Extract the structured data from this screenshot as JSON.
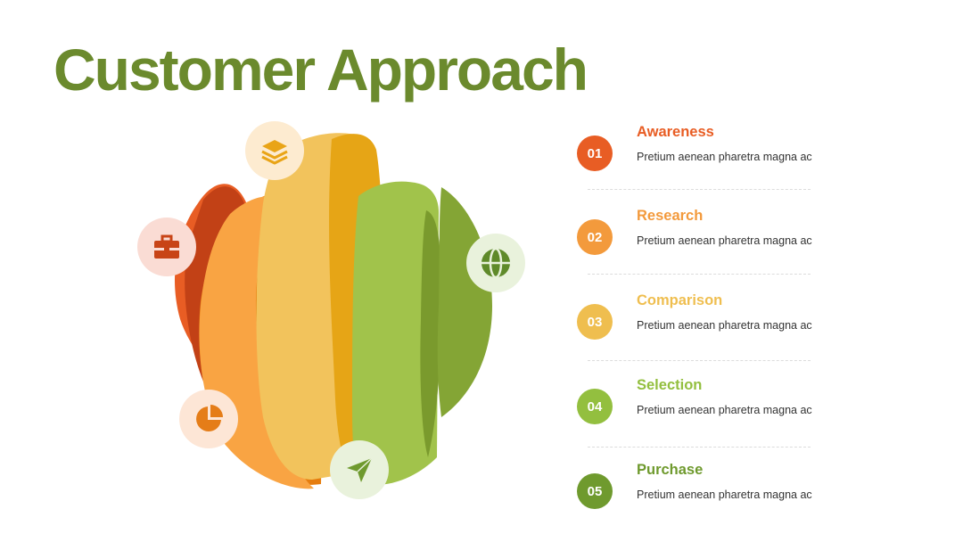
{
  "title": "Customer Approach",
  "steps": [
    {
      "number": "01",
      "heading": "Awareness",
      "description": "Pretium aenean pharetra magna ac",
      "color": "#e85d24"
    },
    {
      "number": "02",
      "heading": "Research",
      "description": "Pretium aenean pharetra magna ac",
      "color": "#f39a3c"
    },
    {
      "number": "03",
      "heading": "Comparison",
      "description": "Pretium aenean pharetra magna ac",
      "color": "#efbe4f"
    },
    {
      "number": "04",
      "heading": "Selection",
      "description": "Pretium aenean pharetra magna ac",
      "color": "#93bf3f"
    },
    {
      "number": "05",
      "heading": "Purchase",
      "description": "Pretium aenean pharetra magna ac",
      "color": "#6f9a2e"
    }
  ],
  "icons": [
    {
      "name": "layers-icon",
      "badge_bg": "#fdebd0",
      "color": "#e9a417"
    },
    {
      "name": "briefcase-icon",
      "badge_bg": "#fadcd4",
      "color": "#c84416"
    },
    {
      "name": "globe-icon",
      "badge_bg": "#e9f2dc",
      "color": "#5f8a2a"
    },
    {
      "name": "pie-chart-icon",
      "badge_bg": "#fde6d6",
      "color": "#e57d18"
    },
    {
      "name": "send-icon",
      "badge_bg": "#e9f2dc",
      "color": "#6f9a2e"
    }
  ],
  "colors": {
    "title": "#6b8a2d",
    "segment_1": "#c9461a",
    "segment_2": "#f9a443",
    "segment_3": "#f2c35c",
    "segment_4": "#a1c34b",
    "segment_5": "#84a535"
  }
}
